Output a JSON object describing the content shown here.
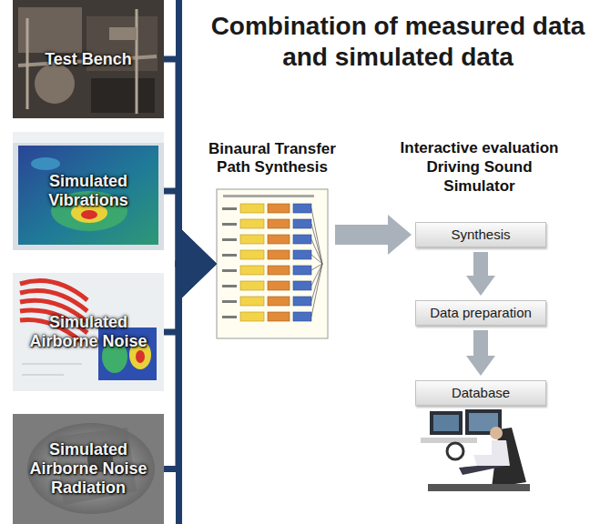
{
  "diagram": {
    "title": "Combination of measured data and simulated data",
    "nodes": [
      {
        "text": [
          "Test Bench"
        ]
      },
      {
        "text": [
          "Simulated Vibrations"
        ]
      },
      {
        "text": [
          "Simulated Airborne Noise"
        ]
      },
      {
        "text": [
          "Simulated Airborne Noise Radiation"
        ]
      },
      {
        "text": [
          "Binaural Transfer Path Synthesis"
        ]
      },
      {
        "text": [
          "Synthesis"
        ]
      },
      {
        "text": [
          "Data preparation"
        ]
      },
      {
        "text": [
          "Database"
        ]
      }
    ],
    "edges": [
      {
        "from": 0,
        "to": 4,
        "arrow": "to"
      },
      {
        "from": 1,
        "to": 4,
        "arrow": "to"
      },
      {
        "from": 2,
        "to": 4,
        "arrow": "to"
      },
      {
        "from": 3,
        "to": 4,
        "arrow": "to"
      },
      {
        "from": 4,
        "to": 5,
        "arrow": "to"
      },
      {
        "from": 5,
        "to": 6,
        "arrow": "to"
      },
      {
        "from": 6,
        "to": 7,
        "arrow": "to"
      }
    ],
    "labels": [
      "Interactive evaluation Driving Sound Simulator"
    ]
  }
}
